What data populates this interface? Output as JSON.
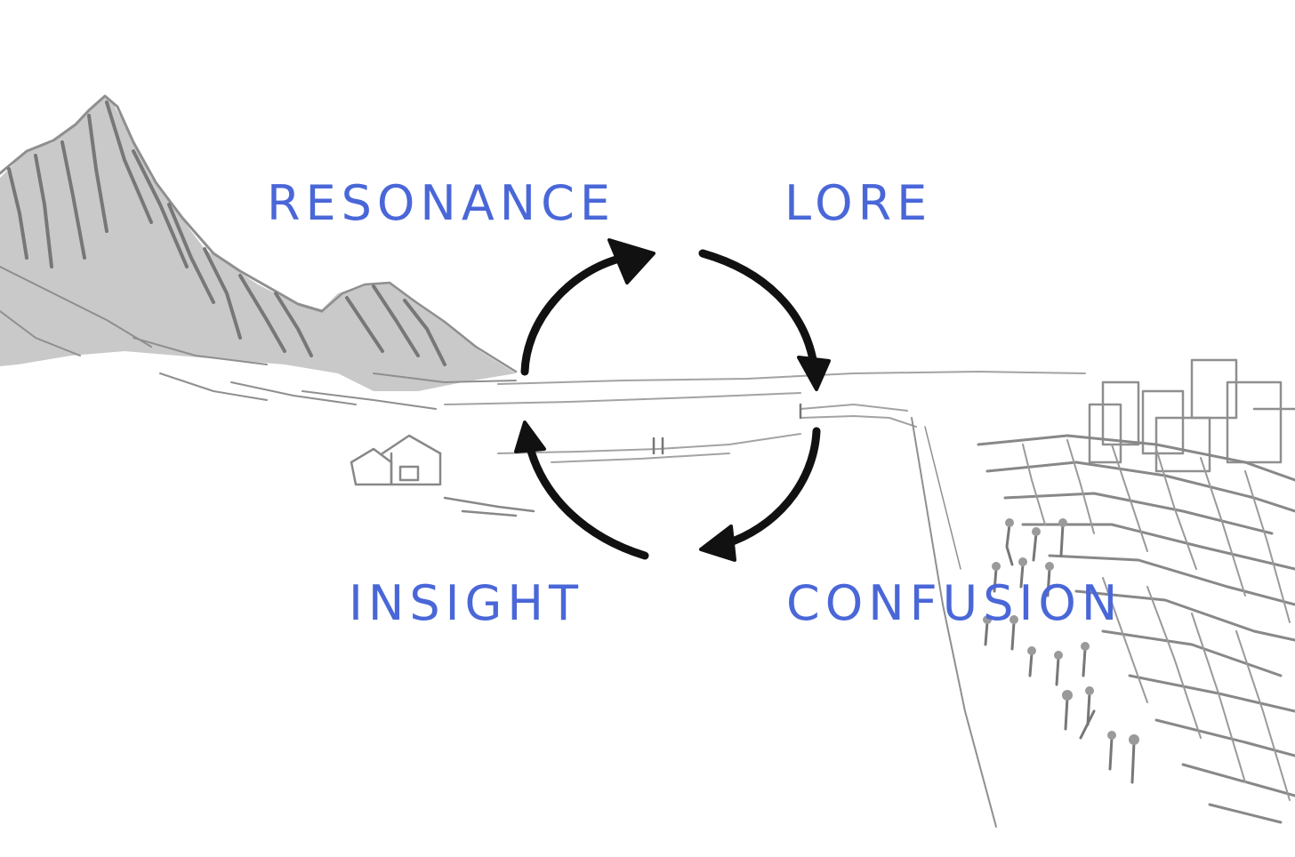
{
  "colors": {
    "label": "#4a67d8",
    "sketch": "#8f8f8f",
    "arrow": "#111111",
    "background": "#ffffff"
  },
  "cycle": {
    "nodes": [
      {
        "id": "resonance",
        "label": "RESONANCE"
      },
      {
        "id": "lore",
        "label": "LORE"
      },
      {
        "id": "confusion",
        "label": "CONFUSION"
      },
      {
        "id": "insight",
        "label": "INSIGHT"
      }
    ],
    "direction": "clockwise",
    "edges": [
      {
        "from": "resonance",
        "to": "lore"
      },
      {
        "from": "lore",
        "to": "confusion"
      },
      {
        "from": "confusion",
        "to": "insight"
      },
      {
        "from": "insight",
        "to": "resonance"
      }
    ]
  },
  "background_illustration": {
    "left": "mountain-landscape-sketch",
    "right": "city-crowd-sketch"
  }
}
